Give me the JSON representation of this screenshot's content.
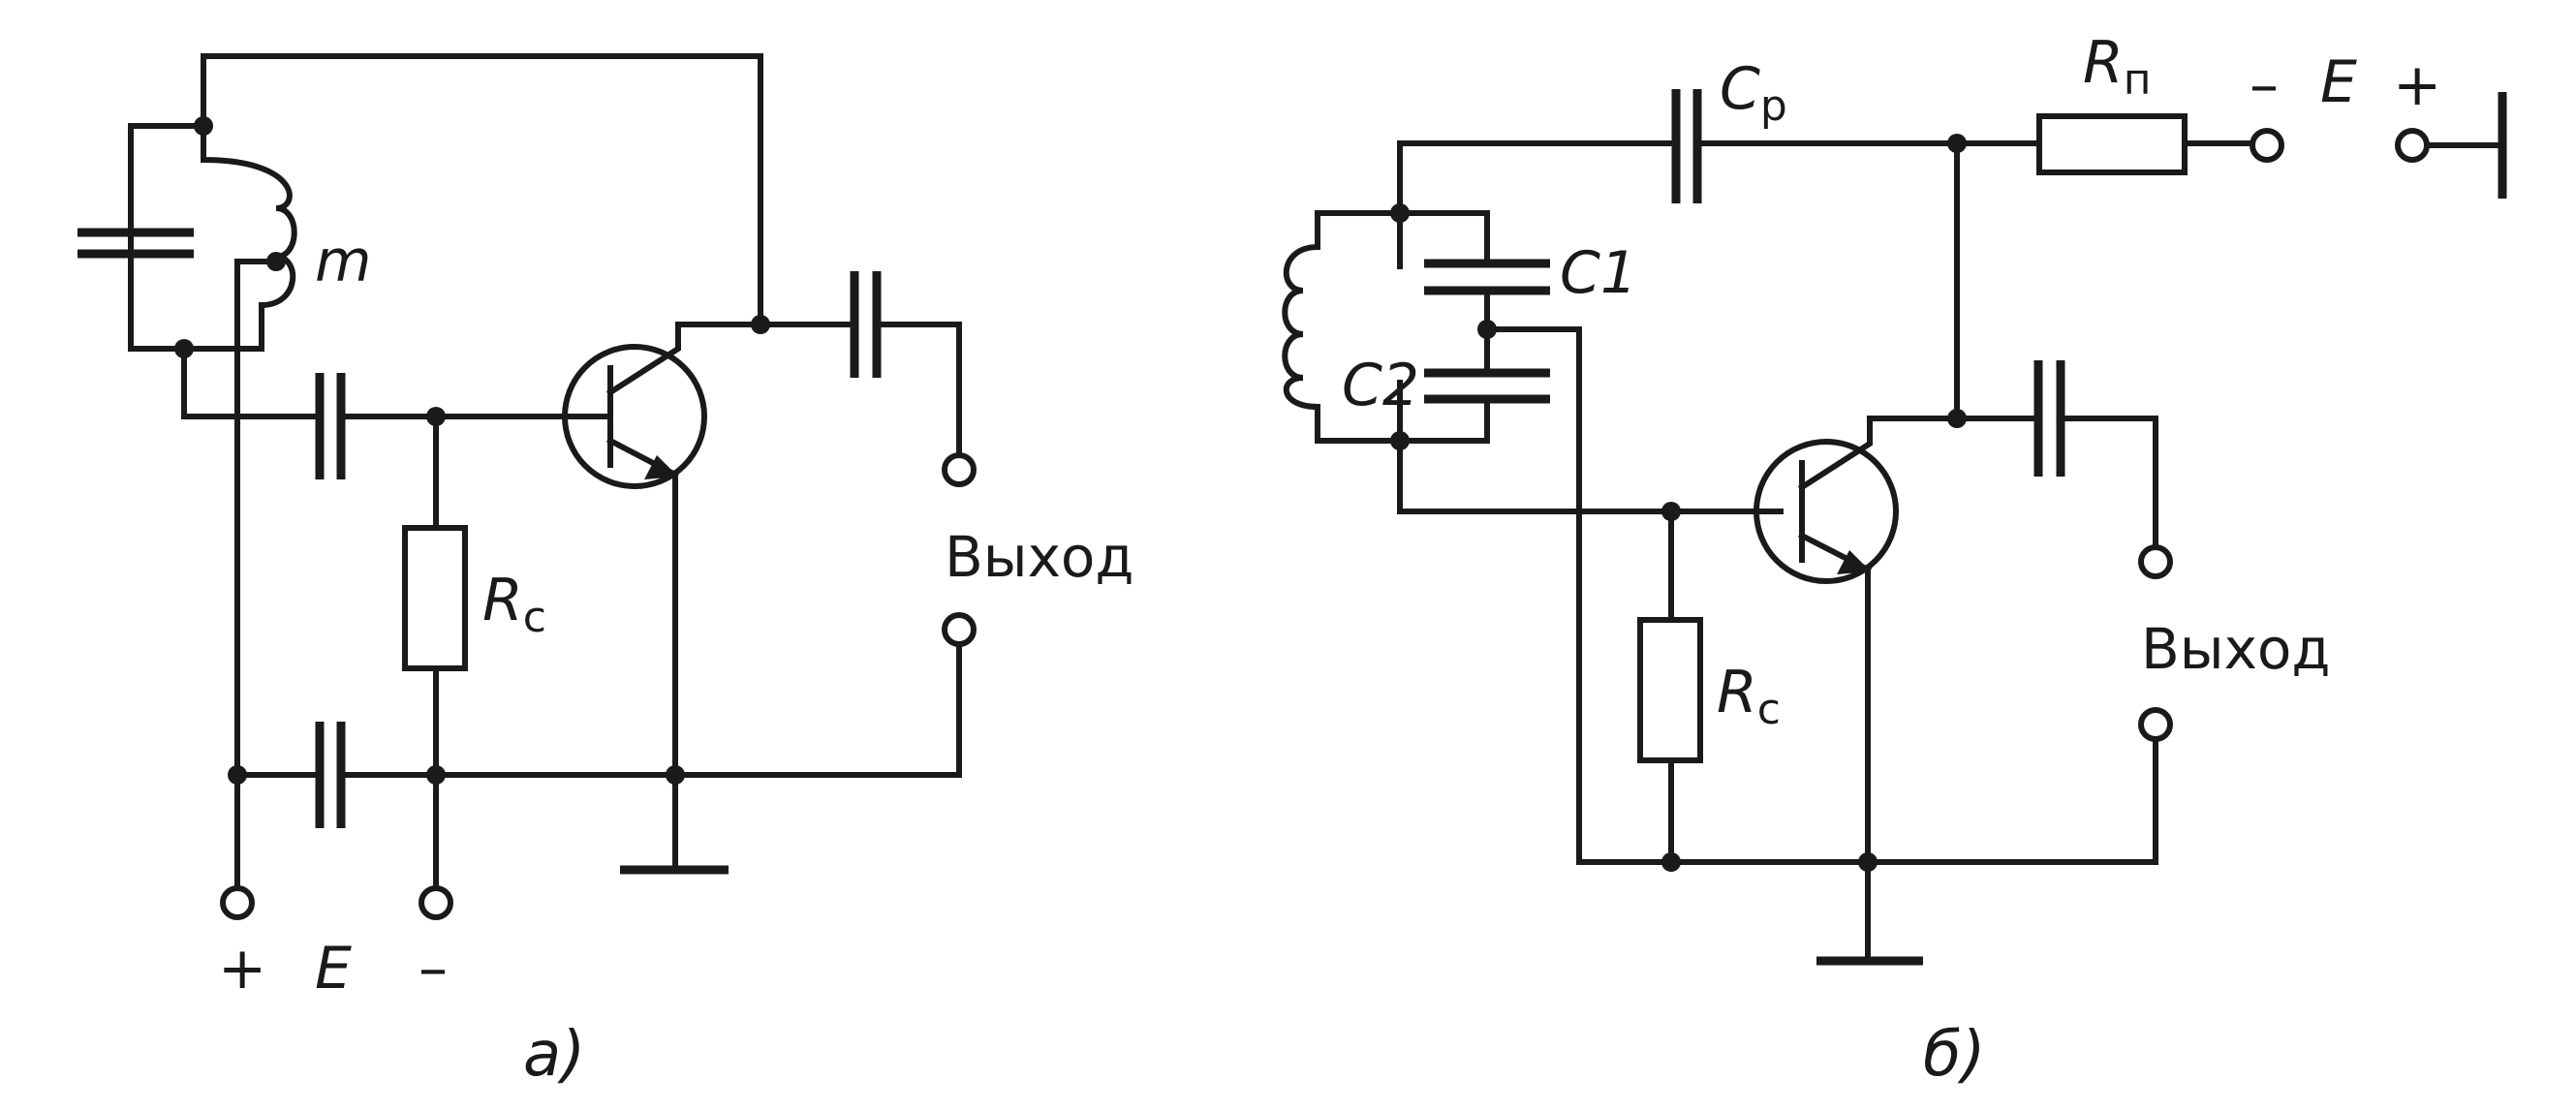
{
  "diagram_a": {
    "inductor_label": "m",
    "resistor": {
      "symbol": "R",
      "subscript": "c"
    },
    "output_label": "Выход",
    "supply": {
      "plus": "+",
      "symbol": "E",
      "minus": "–"
    },
    "caption": "a)"
  },
  "diagram_b": {
    "coupling_cap": {
      "symbol": "C",
      "subscript": "p"
    },
    "load_resistor": {
      "symbol": "R",
      "subscript": "п"
    },
    "supply": {
      "minus": "–",
      "symbol": "E",
      "plus": "+"
    },
    "cap1_label": "C1",
    "cap2_label": "C2",
    "resistor": {
      "symbol": "R",
      "subscript": "c"
    },
    "output_label": "Выход",
    "caption": "б)"
  }
}
